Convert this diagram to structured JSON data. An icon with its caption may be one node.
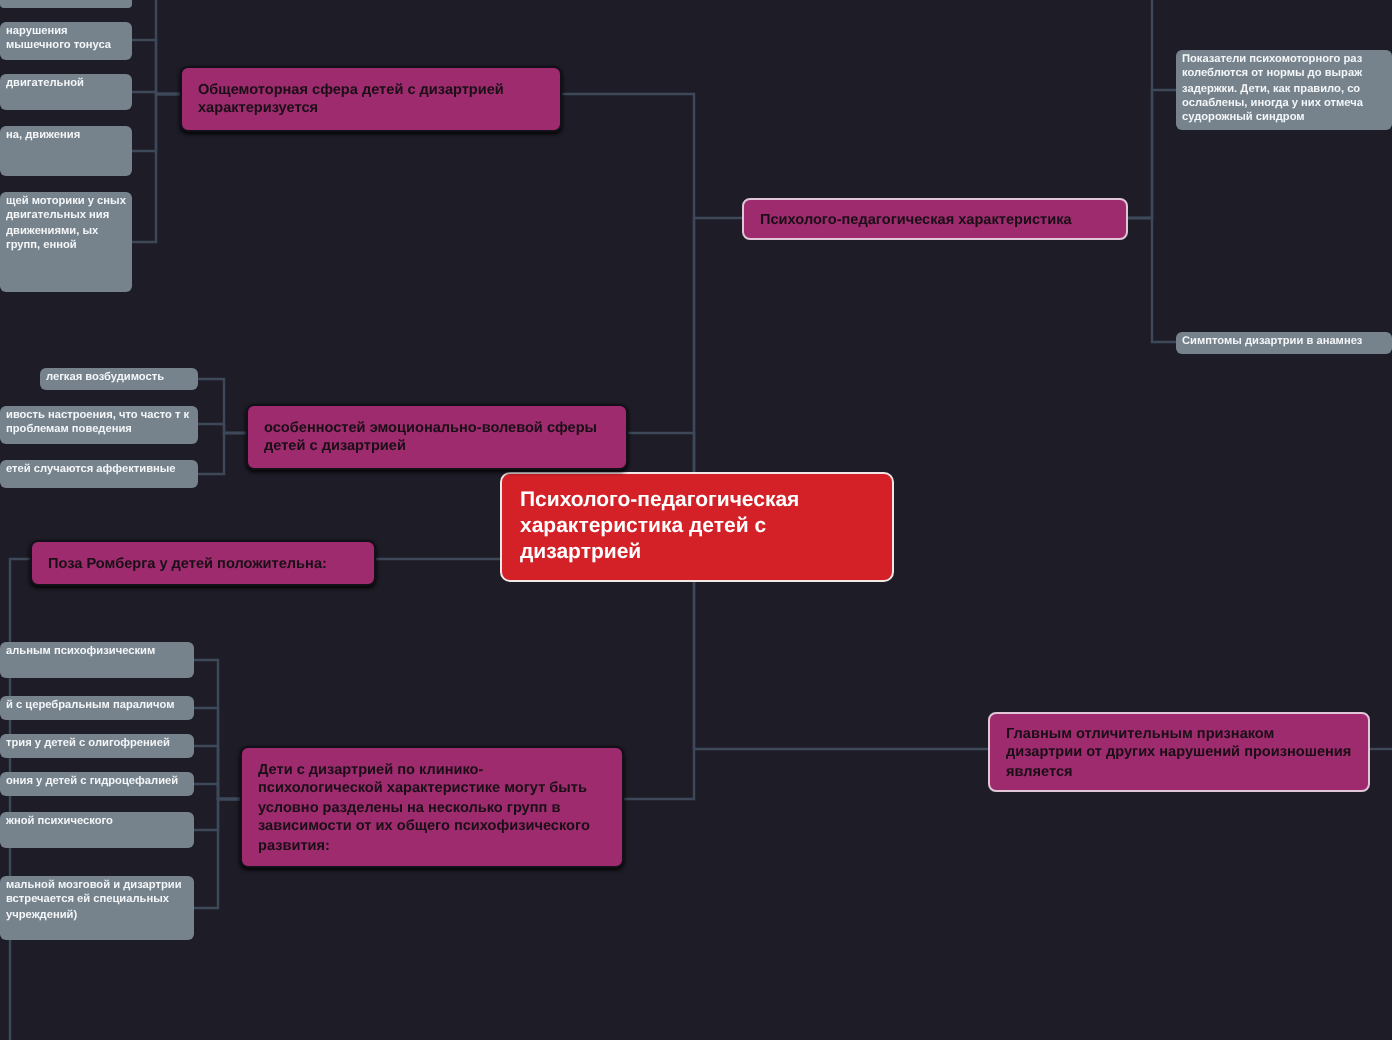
{
  "diagram": {
    "nodes": [
      {
        "text": [
          "Психолого-педагогическая характеристика детей с дизартрией"
        ]
      },
      {
        "text": [
          "Общемоторная сфера детей с дизартрией характеризуется"
        ]
      },
      {
        "text": [],
        "shape": "box"
      },
      {
        "text": [
          "нарушения мышечного тонуса"
        ]
      },
      {
        "text": [
          "двигательной"
        ]
      },
      {
        "text": [
          "на, движения"
        ]
      },
      {
        "text": [
          "щей моторики у сных двигательных ния движениями, ых групп, енной"
        ]
      },
      {
        "text": [
          "особенностей эмоционально-волевой сферы детей с дизартрией"
        ]
      },
      {
        "text": [
          "легкая возбудимость"
        ]
      },
      {
        "text": [
          "ивость настроения, что часто т к проблемам поведения"
        ]
      },
      {
        "text": [
          "етей случаются аффективные"
        ]
      },
      {
        "text": [
          "Поза Ромберга у детей положительна:"
        ]
      },
      {
        "text": [
          "Дети с дизартрией по клинико-психологической характеристике могут быть условно разделены на несколько групп в зависимости от их общего психофизического развития:"
        ]
      },
      {
        "text": [
          "альным психофизическим"
        ]
      },
      {
        "text": [
          "й с церебральным параличом"
        ]
      },
      {
        "text": [
          "трия у детей с олигофренией"
        ]
      },
      {
        "text": [
          "ония у детей с гидроцефалией"
        ]
      },
      {
        "text": [
          "жной психического"
        ]
      },
      {
        "text": [
          "мальной мозговой и дизартрии встречается ей специальных учреждений)"
        ]
      },
      {
        "text": [
          "Психолого-педагогическая характеристика"
        ]
      },
      {
        "text": [
          "Показатели психомоторного раз колеблются от нормы до выраж задержки. Дети, как правило, со ослаблены, иногда у них отмеча судорожный синдром"
        ]
      },
      {
        "text": [
          "Симптомы дизартрии  в анамнез"
        ]
      },
      {
        "text": [
          "Главным отличительным признаком дизартрии от других нарушений произношения является"
        ]
      }
    ],
    "edges": [
      {
        "from": 0,
        "to": 1,
        "arrow": "none"
      },
      {
        "from": 1,
        "to": 2,
        "arrow": "none"
      },
      {
        "from": 1,
        "to": 3,
        "arrow": "none"
      },
      {
        "from": 1,
        "to": 4,
        "arrow": "none"
      },
      {
        "from": 1,
        "to": 5,
        "arrow": "none"
      },
      {
        "from": 1,
        "to": 6,
        "arrow": "none"
      },
      {
        "from": 0,
        "to": 7,
        "arrow": "none"
      },
      {
        "from": 7,
        "to": 8,
        "arrow": "none"
      },
      {
        "from": 7,
        "to": 9,
        "arrow": "none"
      },
      {
        "from": 7,
        "to": 10,
        "arrow": "none"
      },
      {
        "from": 0,
        "to": 11,
        "arrow": "none"
      },
      {
        "from": 11,
        "to": null,
        "arrow": "none"
      },
      {
        "from": 0,
        "to": 12,
        "arrow": "none"
      },
      {
        "from": 12,
        "to": 13,
        "arrow": "none"
      },
      {
        "from": 12,
        "to": 14,
        "arrow": "none"
      },
      {
        "from": 12,
        "to": 15,
        "arrow": "none"
      },
      {
        "from": 12,
        "to": 16,
        "arrow": "none"
      },
      {
        "from": 12,
        "to": 17,
        "arrow": "none"
      },
      {
        "from": 12,
        "to": 18,
        "arrow": "none"
      },
      {
        "from": 0,
        "to": 19,
        "arrow": "none"
      },
      {
        "from": 19,
        "to": null,
        "arrow": "none"
      },
      {
        "from": 19,
        "to": 20,
        "arrow": "none"
      },
      {
        "from": 19,
        "to": 21,
        "arrow": "none"
      },
      {
        "from": 0,
        "to": 22,
        "arrow": "none"
      },
      {
        "from": 22,
        "to": null,
        "arrow": "none"
      }
    ]
  }
}
